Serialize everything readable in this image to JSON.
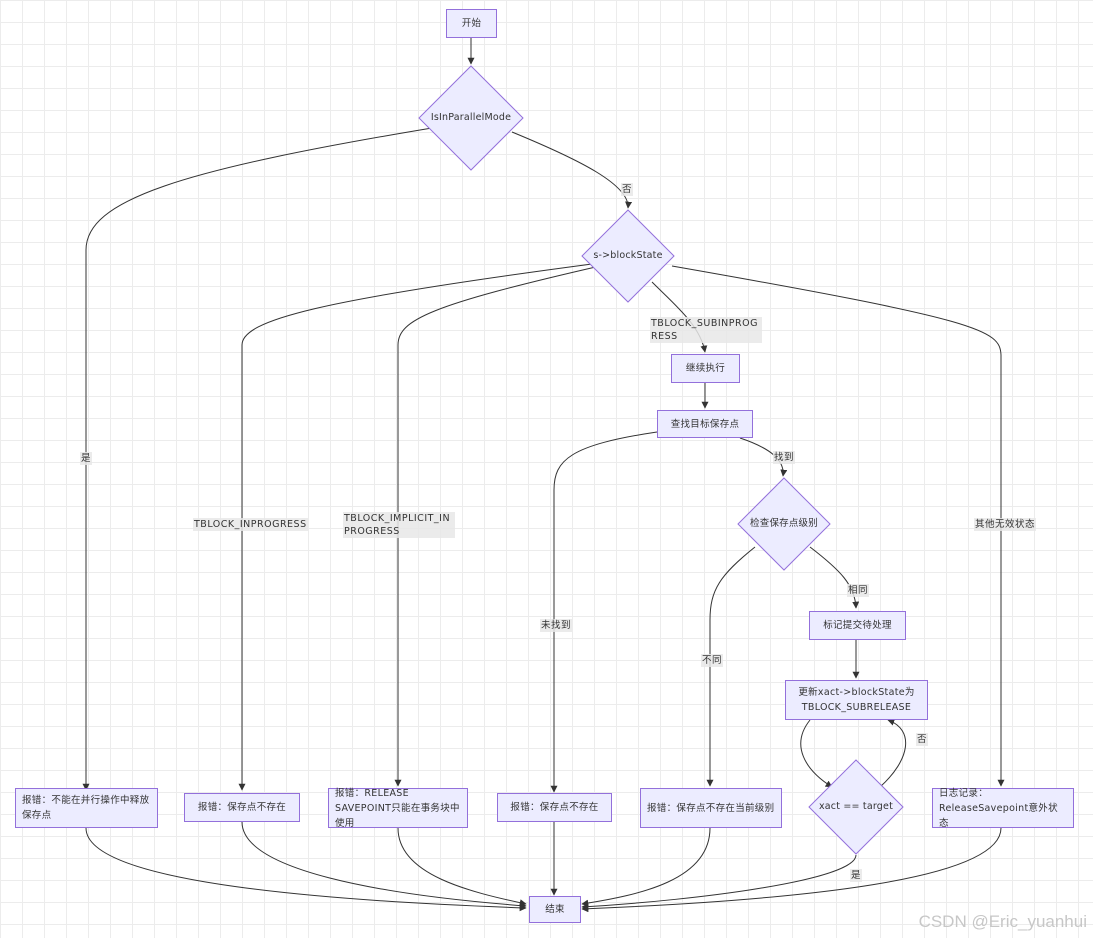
{
  "nodes": {
    "start": "开始",
    "parallel": "IsInParallelMode",
    "blockstate": "s->blockState",
    "continue": "继续执行",
    "find": "查找目标保存点",
    "checklevel": "检查保存点级别",
    "mark": "标记提交待处理",
    "update": "更新xact->blockState为TBLOCK_SUBRELEASE",
    "loopcheck": "xact == target",
    "err_parallel": "报错：不能在并行操作中释放保存点",
    "err_nosp1": "报错：保存点不存在",
    "err_implicit": "报错：RELEASE SAVEPOINT只能在事务块中使用",
    "err_nosp2": "报错：保存点不存在",
    "err_level": "报错：保存点不存在当前级别",
    "log": "日志记录：ReleaseSavepoint意外状态",
    "end": "结束"
  },
  "edges": {
    "yes_parallel": "是",
    "no_parallel": "否",
    "subinprogress": "TBLOCK_SUBINPROGRESS",
    "inprogress": "TBLOCK_INPROGRESS",
    "implicit": "TBLOCK_IMPLICIT_INPROGRESS",
    "other": "其他无效状态",
    "found": "找到",
    "notfound": "未找到",
    "same": "相同",
    "different": "不同",
    "loop_no": "否",
    "loop_yes": "是"
  },
  "watermark": "CSDN @Eric_yuanhui"
}
